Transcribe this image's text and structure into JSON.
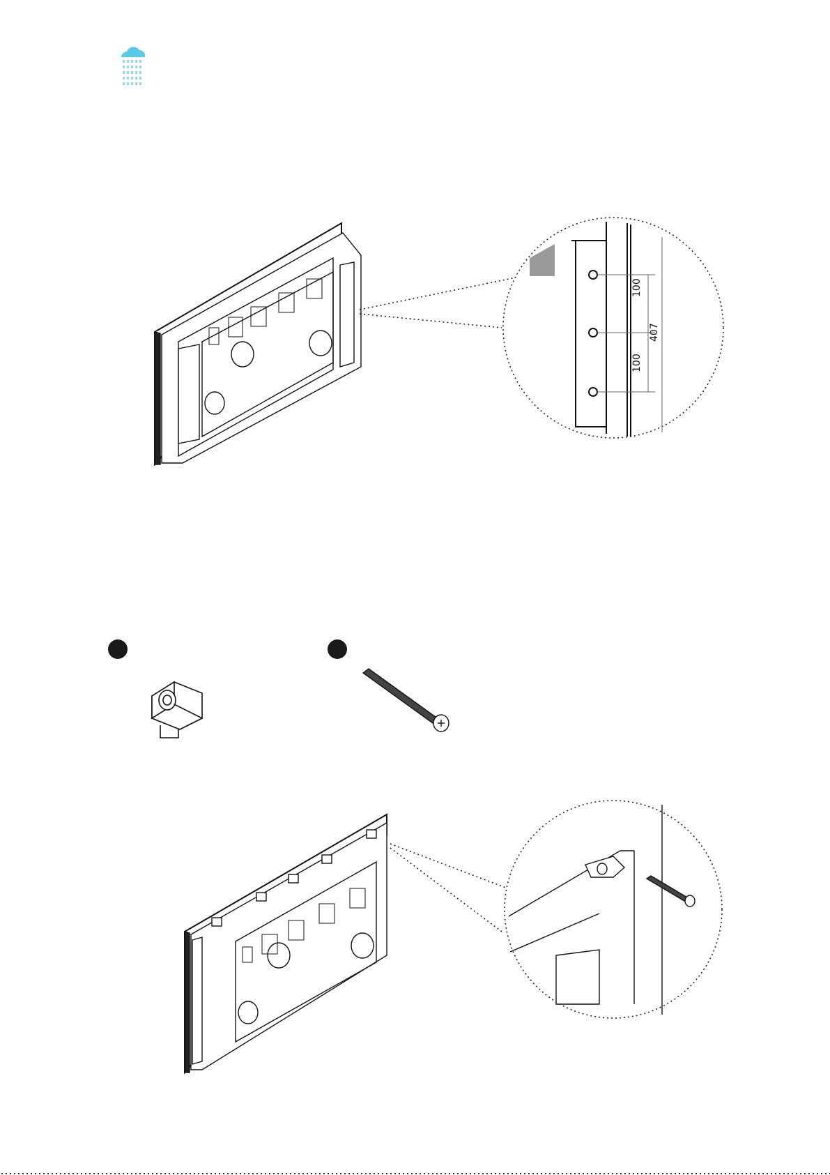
{
  "page": {
    "brand_icon": "rain-cloud-icon",
    "brand_color": "#5cc8e8"
  },
  "figure_top": {
    "dimensions": {
      "upper_gap": "100",
      "lower_gap": "100",
      "overall": "407"
    }
  },
  "parts": [
    {
      "icon": "bracket-clip-icon"
    },
    {
      "icon": "long-bolt-icon"
    }
  ],
  "figure_bottom": {
    "callout": "bracket-with-bolt-detail"
  }
}
